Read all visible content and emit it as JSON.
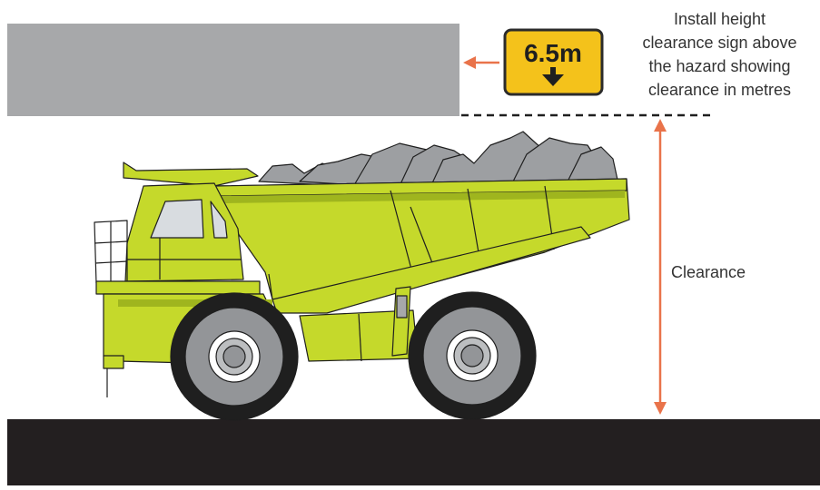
{
  "sign": {
    "height_label": "6.5m",
    "arrow_icon": "arrow-down-icon",
    "fill_color": "#F4C21B",
    "border_color": "#2B2B2B"
  },
  "instruction": {
    "lines": [
      "Install height",
      "clearance sign above",
      "the hazard showing",
      "clearance in metres"
    ]
  },
  "dimension": {
    "label": "Clearance",
    "color": "#E9734A"
  },
  "colors": {
    "overhead_hazard": "#A7A8AA",
    "ground": "#231F20",
    "truck_body": "#C5D92B",
    "truck_shade": "#9FB51E",
    "rocks": "#9D9FA2",
    "tyre": "#1F1F1F"
  }
}
